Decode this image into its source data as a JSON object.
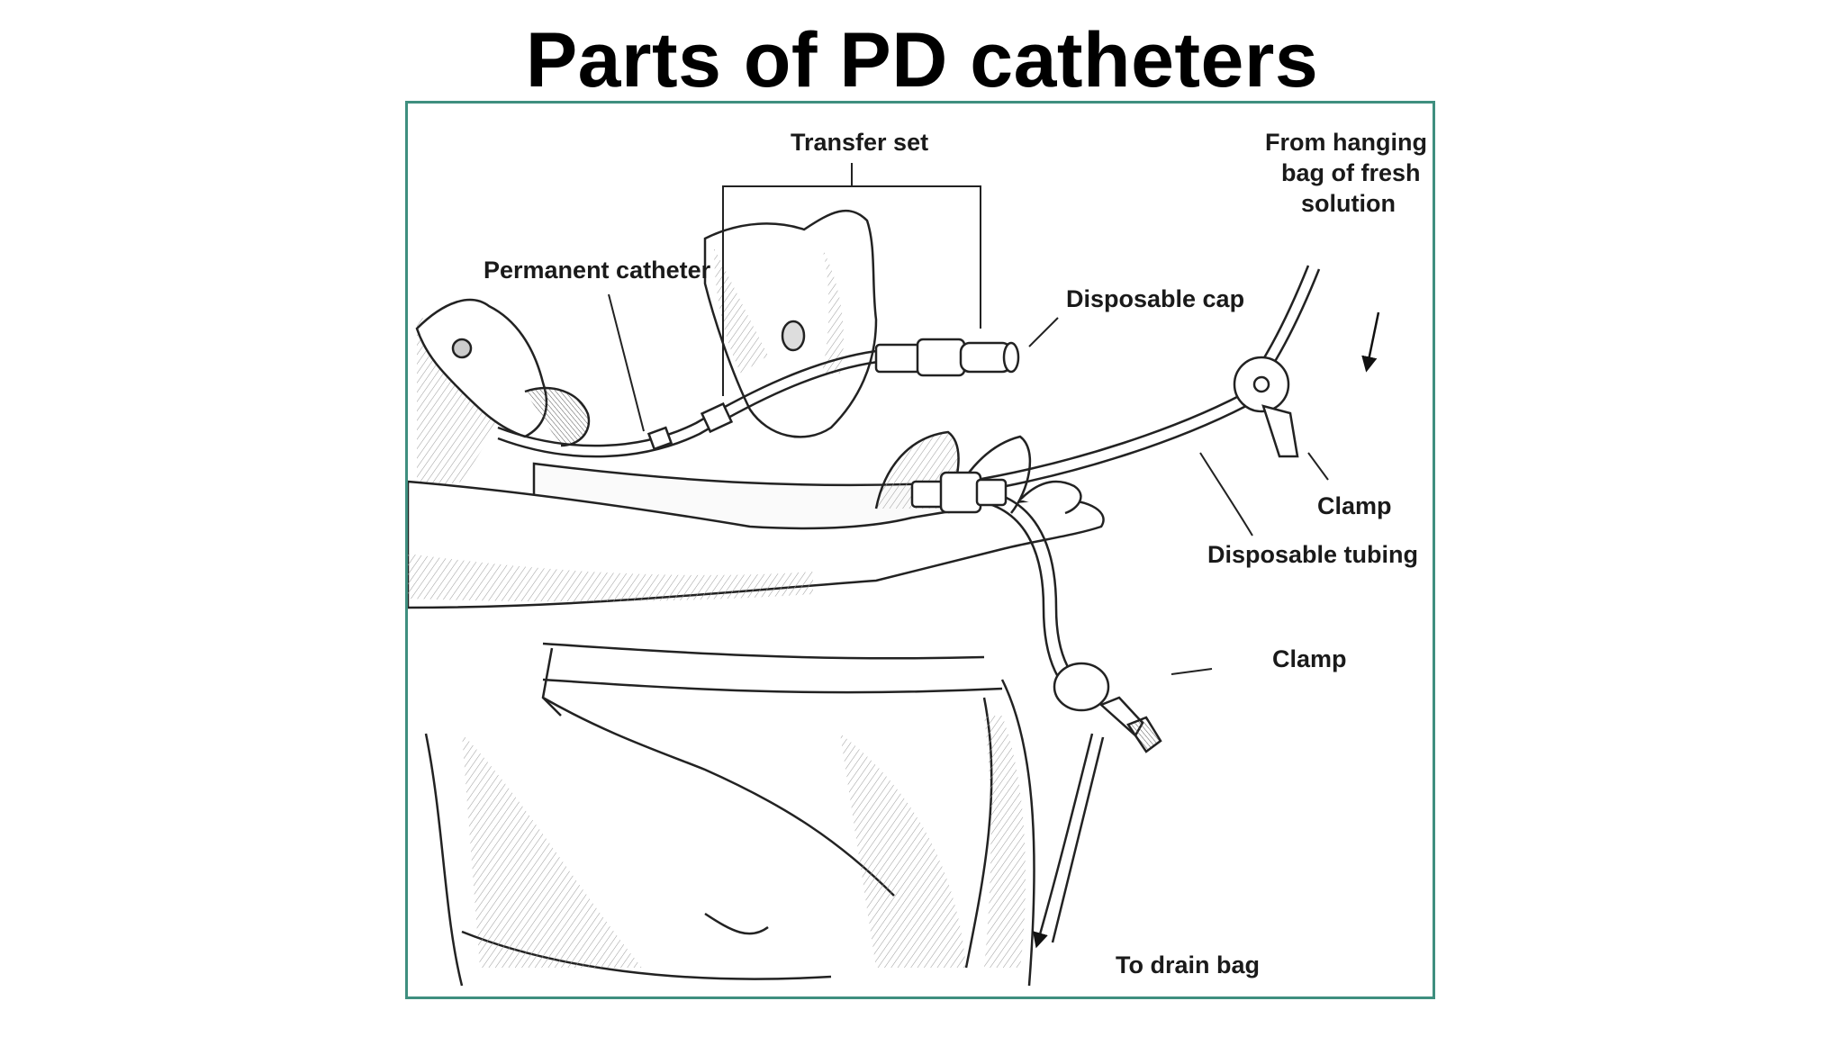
{
  "title": "Parts of PD catheters",
  "frame_color": "#3f8f7f",
  "labels": {
    "transfer_set": "Transfer set",
    "permanent_catheter": "Permanent catheter",
    "disposable_cap": "Disposable cap",
    "from_hanging_1": "From hanging",
    "from_hanging_2": "bag of fresh",
    "from_hanging_3": "solution",
    "clamp_upper": "Clamp",
    "disposable_tubing": "Disposable tubing",
    "clamp_lower": "Clamp",
    "to_drain_bag": "To drain bag"
  }
}
